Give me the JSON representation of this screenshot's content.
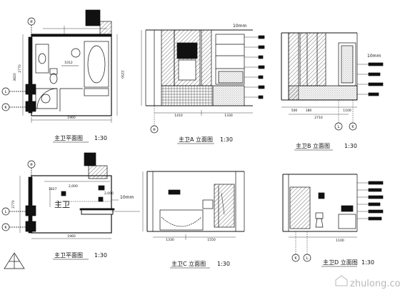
{
  "views": {
    "plan_top": {
      "title": "主卫平面图",
      "scale": "1:30",
      "dims": {
        "d1": "1960",
        "d2": "2250",
        "d3": "3820",
        "d4": "2770",
        "d5": "1012"
      }
    },
    "elev_a": {
      "title": "主卫A 立面图",
      "scale": "1:30",
      "note": "10mm",
      "dims": {
        "d1": "1410",
        "d2": "1330"
      }
    },
    "elev_b": {
      "title": "主卫B 立面图",
      "scale": "1:30",
      "note": "10mm",
      "dims": {
        "d1": "500",
        "d2": "180",
        "d3": "2710",
        "d4": "1100"
      }
    },
    "plan_bottom": {
      "title": "主卫平面图",
      "scale": "1:30",
      "note": "10mm",
      "room_label": "主卫",
      "dims": {
        "d1": "2770",
        "d2": "1960",
        "d3": "2,000",
        "d4": "2,000",
        "d5": "1827"
      }
    },
    "elev_c": {
      "title": "主卫C 立面图",
      "scale": "1:30",
      "dims": {
        "d1": "1330",
        "d2": "1550"
      }
    },
    "elev_d": {
      "title": "主卫D 立面图",
      "scale": "1:30",
      "dims": {
        "d1": "1100"
      }
    }
  },
  "grid_markers": {
    "eight": "⑧",
    "L": "L",
    "K": "K"
  },
  "watermark": "zhulong.com"
}
